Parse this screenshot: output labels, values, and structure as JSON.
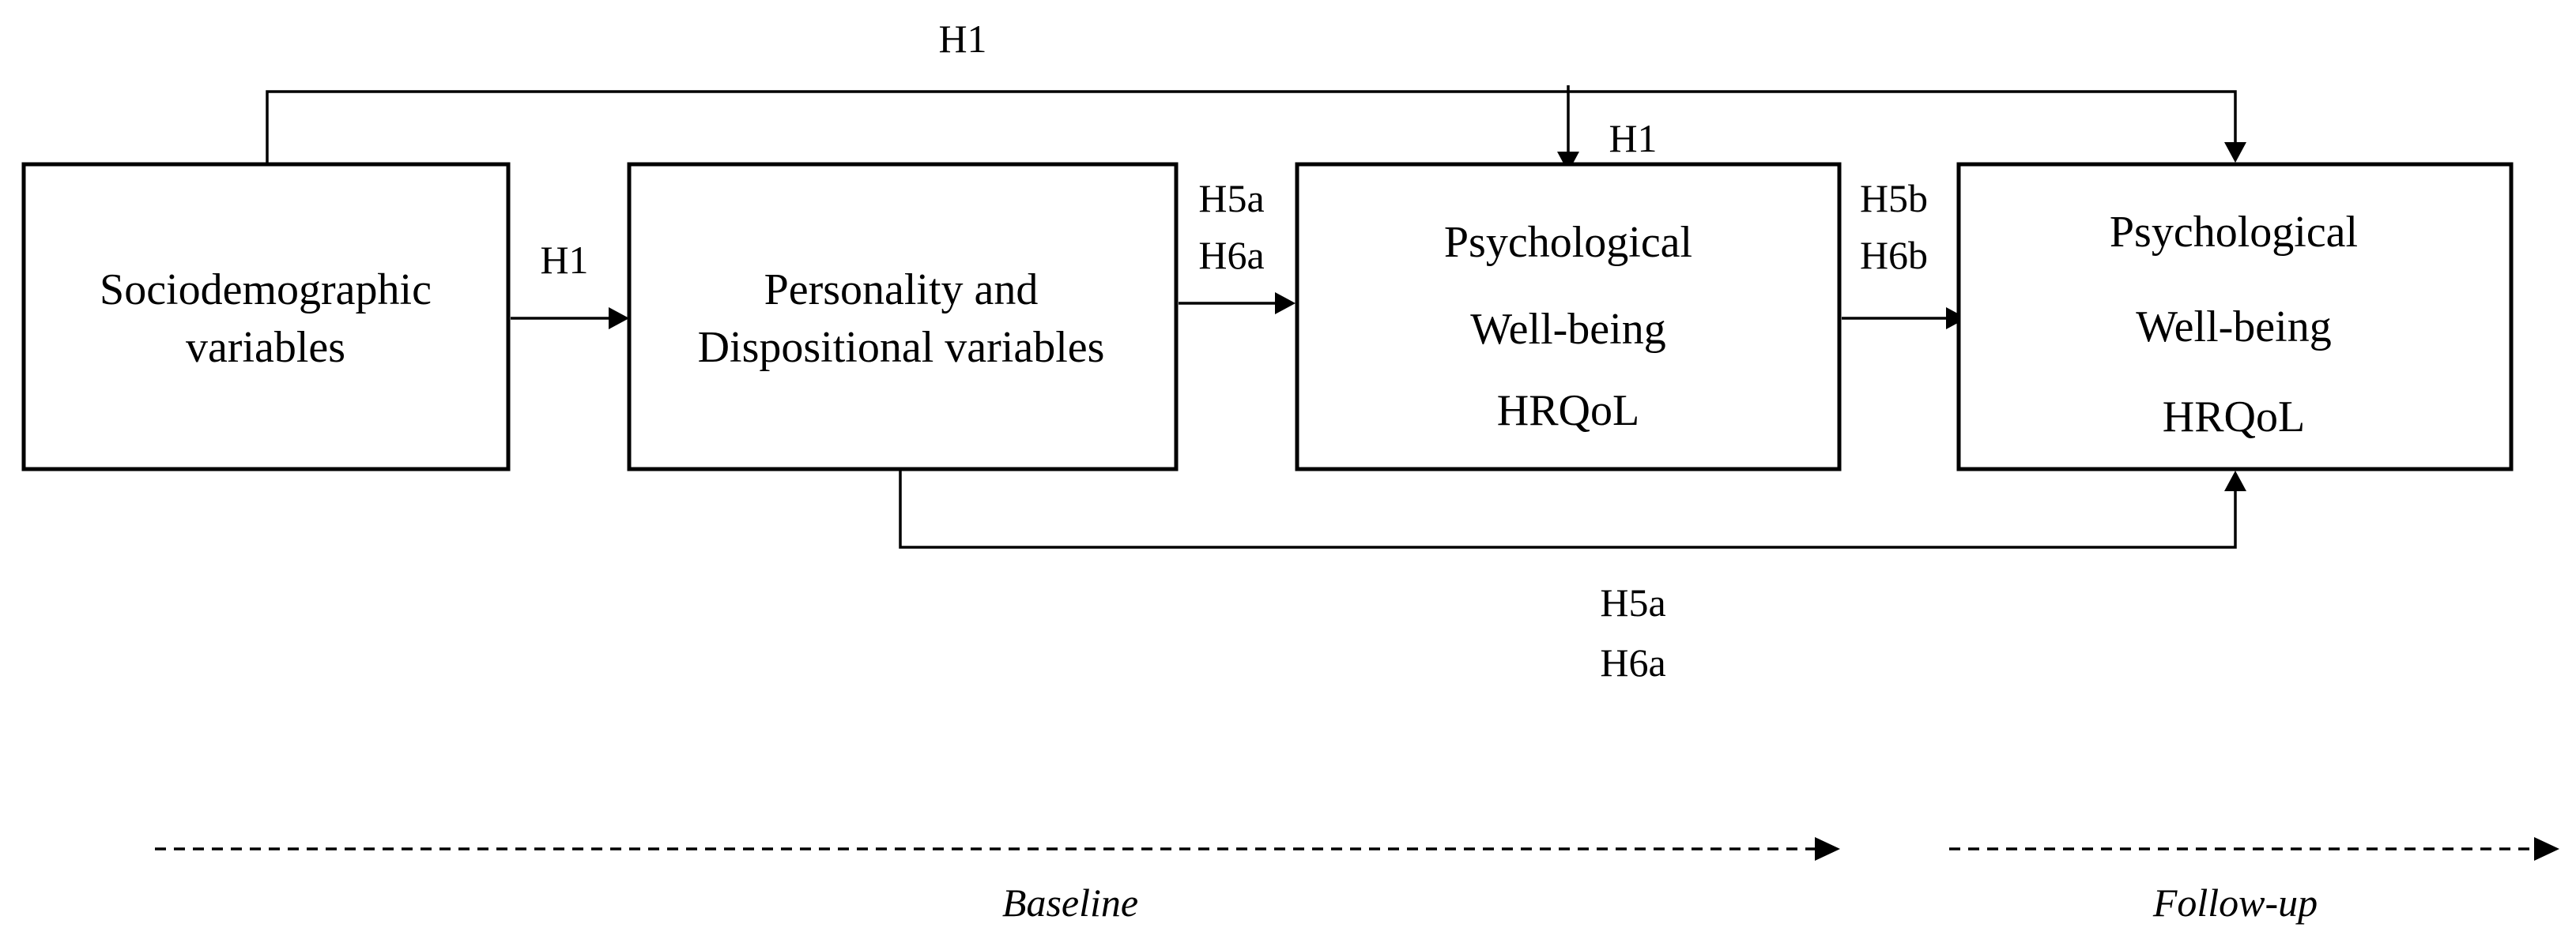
{
  "boxes": {
    "sociodemographic": {
      "line1": "Sociodemographic",
      "line2": "variables"
    },
    "personality": {
      "line1": "Personality and",
      "line2": "Dispositional variables"
    },
    "baseline_outcomes": {
      "line1": "Psychological",
      "line2": "Well-being",
      "line3": "HRQoL"
    },
    "followup_outcomes": {
      "line1": "Psychological",
      "line2": "Well-being",
      "line3": "HRQoL"
    }
  },
  "labels": {
    "h1_top": "H1",
    "h1_mid": "H1",
    "h1_left": "H1",
    "h5a_upper": "H5a",
    "h6a_upper": "H6a",
    "h5b": "H5b",
    "h6b": "H6b",
    "h5a_lower": "H5a",
    "h6a_lower": "H6a"
  },
  "timeline": {
    "baseline": "Baseline",
    "followup": "Follow-up"
  }
}
